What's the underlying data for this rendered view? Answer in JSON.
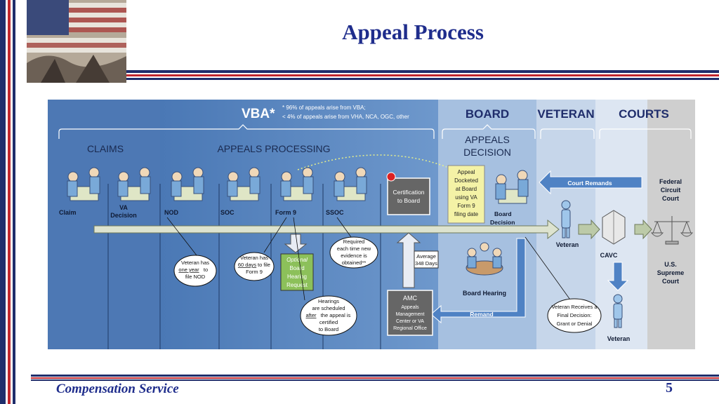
{
  "slide": {
    "title": "Appeal Process",
    "footer": "Compensation Service",
    "page_number": "5"
  },
  "diagram": {
    "sections": {
      "vba": "VBA*",
      "vba_note_1": "* 96% of appeals arise from VBA;",
      "vba_note_2": "< 4% of appeals arise from VHA, NCA, OGC, other",
      "board": "BOARD",
      "veteran": "VETERAN",
      "courts": "COURTS",
      "claims": "CLAIMS",
      "appeals_processing": "APPEALS PROCESSING",
      "appeals_decision_1": "APPEALS",
      "appeals_decision_2": "DECISION"
    },
    "stages": {
      "claim": "Claim",
      "va_decision_1": "VA",
      "va_decision_2": "Decision",
      "nod": "NOD",
      "soc": "SOC",
      "form9": "Form 9",
      "ssoc": "SSOC",
      "certification_1": "Certification",
      "certification_2": "to Board",
      "docket_1": "Appeal",
      "docket_2": "Docketed",
      "docket_3": "at Board",
      "docket_4": "using VA",
      "docket_5": "Form 9",
      "docket_6": "filing date",
      "board_decision_1": "Board",
      "board_decision_2": "Decision",
      "veteran_label": "Veteran",
      "cavc": "CAVC",
      "veteran_label_2": "Veteran",
      "federal_circuit_1": "Federal",
      "federal_circuit_2": "Circuit",
      "federal_circuit_3": "Court",
      "supreme_1": "U.S.",
      "supreme_2": "Supreme",
      "supreme_3": "Court",
      "court_remands": "Court Remands",
      "remand": "Remand",
      "board_hearing": "Board Hearing",
      "amc_1": "AMC",
      "amc_2": "Appeals",
      "amc_3": "Management",
      "amc_4": "Center or VA",
      "amc_5": "Regional Office",
      "average_1": "Average",
      "average_2": "348 Days",
      "optional_1": "Optional",
      "optional_2": "Board",
      "optional_3": "Hearing",
      "optional_4": "Request"
    },
    "callouts": {
      "nod_1": "Veteran has",
      "nod_2": "one year",
      "nod_3": "to",
      "nod_4": "file NOD",
      "form9_1": "Veteran has",
      "form9_2": "60 days",
      "form9_3": "to file",
      "form9_4": "Form 9",
      "ssoc_1": "Required",
      "ssoc_2": "each time new",
      "ssoc_3": "evidence is",
      "ssoc_4": "obtained**",
      "hearing_1": "Hearings",
      "hearing_2": "are scheduled",
      "hearing_3": "after",
      "hearing_4": "the appeal is",
      "hearing_5": "certified",
      "hearing_6": "to Board",
      "final_1": "Veteran Receives a",
      "final_2": "Final Decision:",
      "final_3": "Grant or Denial"
    }
  }
}
